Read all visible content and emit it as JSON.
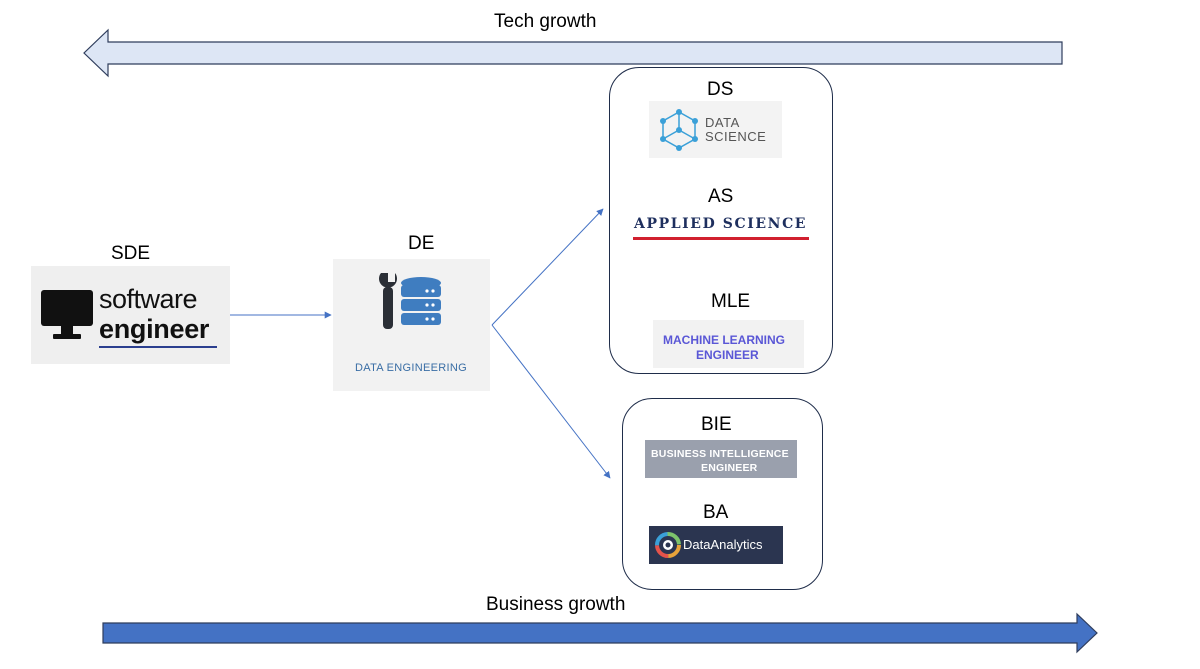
{
  "arrows": {
    "top_label": "Tech growth",
    "bottom_label": "Business growth",
    "top_fill": "#dde6f5",
    "top_stroke": "#2f3d5c",
    "bottom_fill": "#4472c4",
    "bottom_stroke": "#2f3d5c",
    "connector_color": "#4472c4"
  },
  "nodes": {
    "sde": {
      "label": "SDE",
      "logo_line1": "software",
      "logo_line2": "engineer",
      "logo_icon": "monitor-icon"
    },
    "de": {
      "label": "DE",
      "logo_caption": "DATA ENGINEERING",
      "logo_icon": "database-wrench-icon"
    },
    "ds": {
      "label": "DS",
      "logo_line1": "DATA",
      "logo_line2": "SCIENCE",
      "logo_icon": "network-cube-icon"
    },
    "as": {
      "label": "AS",
      "logo_text": "APPLIED SCIENCE"
    },
    "mle": {
      "label": "MLE",
      "logo_line1": "MACHINE LEARNING",
      "logo_line2": "ENGINEER"
    },
    "bie": {
      "label": "BIE",
      "logo_line1": "BUSINESS INTELLIGENCE",
      "logo_line2": "ENGINEER"
    },
    "ba": {
      "label": "BA",
      "logo_text": "DataAnalytics",
      "logo_icon": "analytics-ring-icon"
    }
  }
}
